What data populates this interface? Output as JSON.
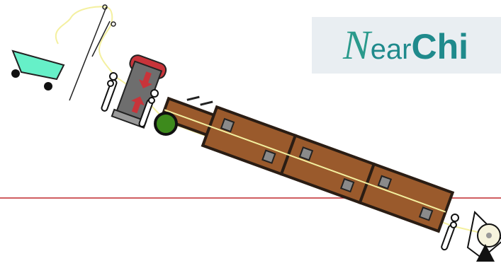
{
  "logo": {
    "initial": "N",
    "middle": "ear",
    "tail": "Chi",
    "colors": {
      "text": "#1f8a8c",
      "background": "#e9eef2"
    }
  },
  "diagram": {
    "colors": {
      "oven": "#9a5a2c",
      "oven_border": "#2a1d14",
      "yarn": "#f4f0a0",
      "window": "#8a8a8a",
      "cart": "#66f0c8",
      "roller": "#3d8a1c",
      "baseline": "#c0282c",
      "unit_gray": "#6e6e6e",
      "unit_red": "#c8343a"
    },
    "icons": [
      "cart-icon",
      "tension-guide-icon",
      "draw-unit-icon",
      "green-roller-icon",
      "oven-icon",
      "winder-spool-icon"
    ]
  }
}
